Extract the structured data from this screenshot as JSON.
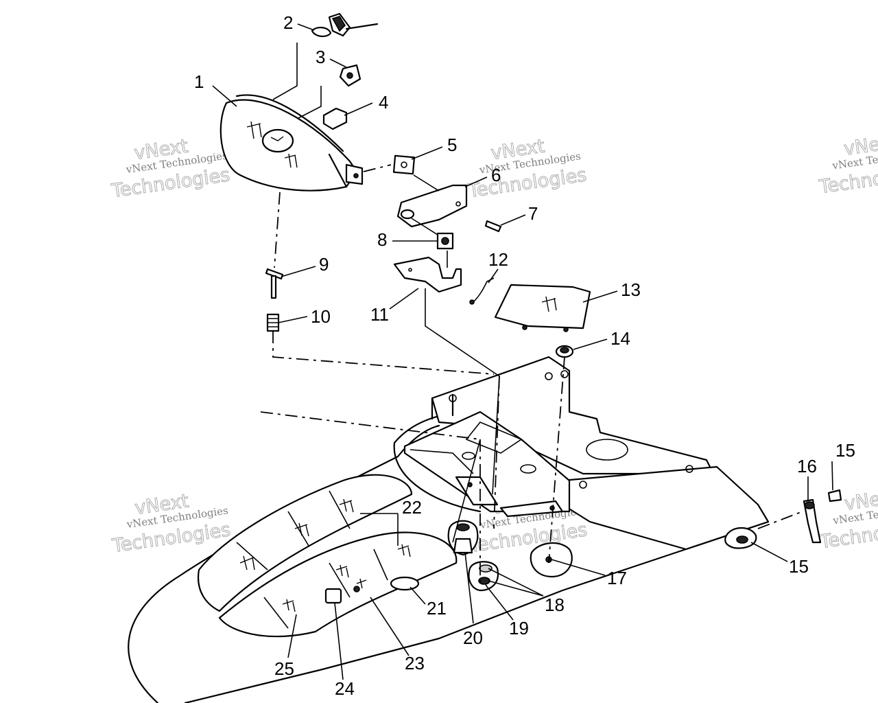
{
  "callouts": {
    "c1": "1",
    "c2": "2",
    "c3": "3",
    "c4": "4",
    "c5": "5",
    "c6": "6",
    "c7": "7",
    "c8": "8",
    "c9": "9",
    "c10": "10",
    "c11": "11",
    "c12": "12",
    "c13": "13",
    "c14": "14",
    "c15a": "15",
    "c15b": "15",
    "c16": "16",
    "c17": "17",
    "c18": "18",
    "c19": "19",
    "c20": "20",
    "c21": "21",
    "c22": "22",
    "c23": "23",
    "c24": "24",
    "c25": "25"
  },
  "watermark": {
    "brand": "vNext Technologies",
    "big_top": "vNext",
    "big_bottom": "Technologies"
  }
}
